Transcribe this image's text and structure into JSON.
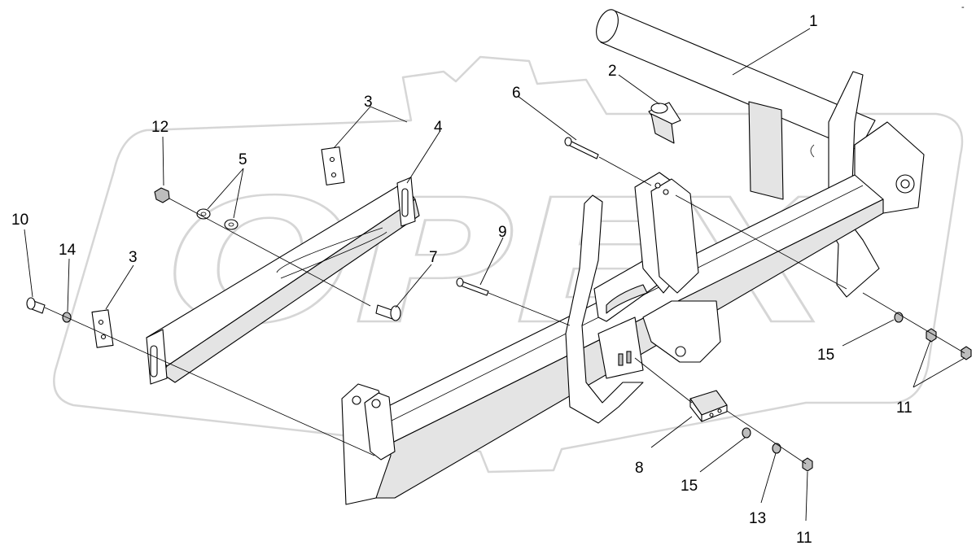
{
  "watermark_text": "OPEX",
  "corner_mark": "-",
  "callouts": {
    "c1": "1",
    "c2": "2",
    "c3a": "3",
    "c3b": "3",
    "c4": "4",
    "c5": "5",
    "c6": "6",
    "c7": "7",
    "c8": "8",
    "c9": "9",
    "c10": "10",
    "c11a": "11",
    "c11b": "11",
    "c12": "12",
    "c13": "13",
    "c14": "14",
    "c15a": "15",
    "c15b": "15"
  }
}
